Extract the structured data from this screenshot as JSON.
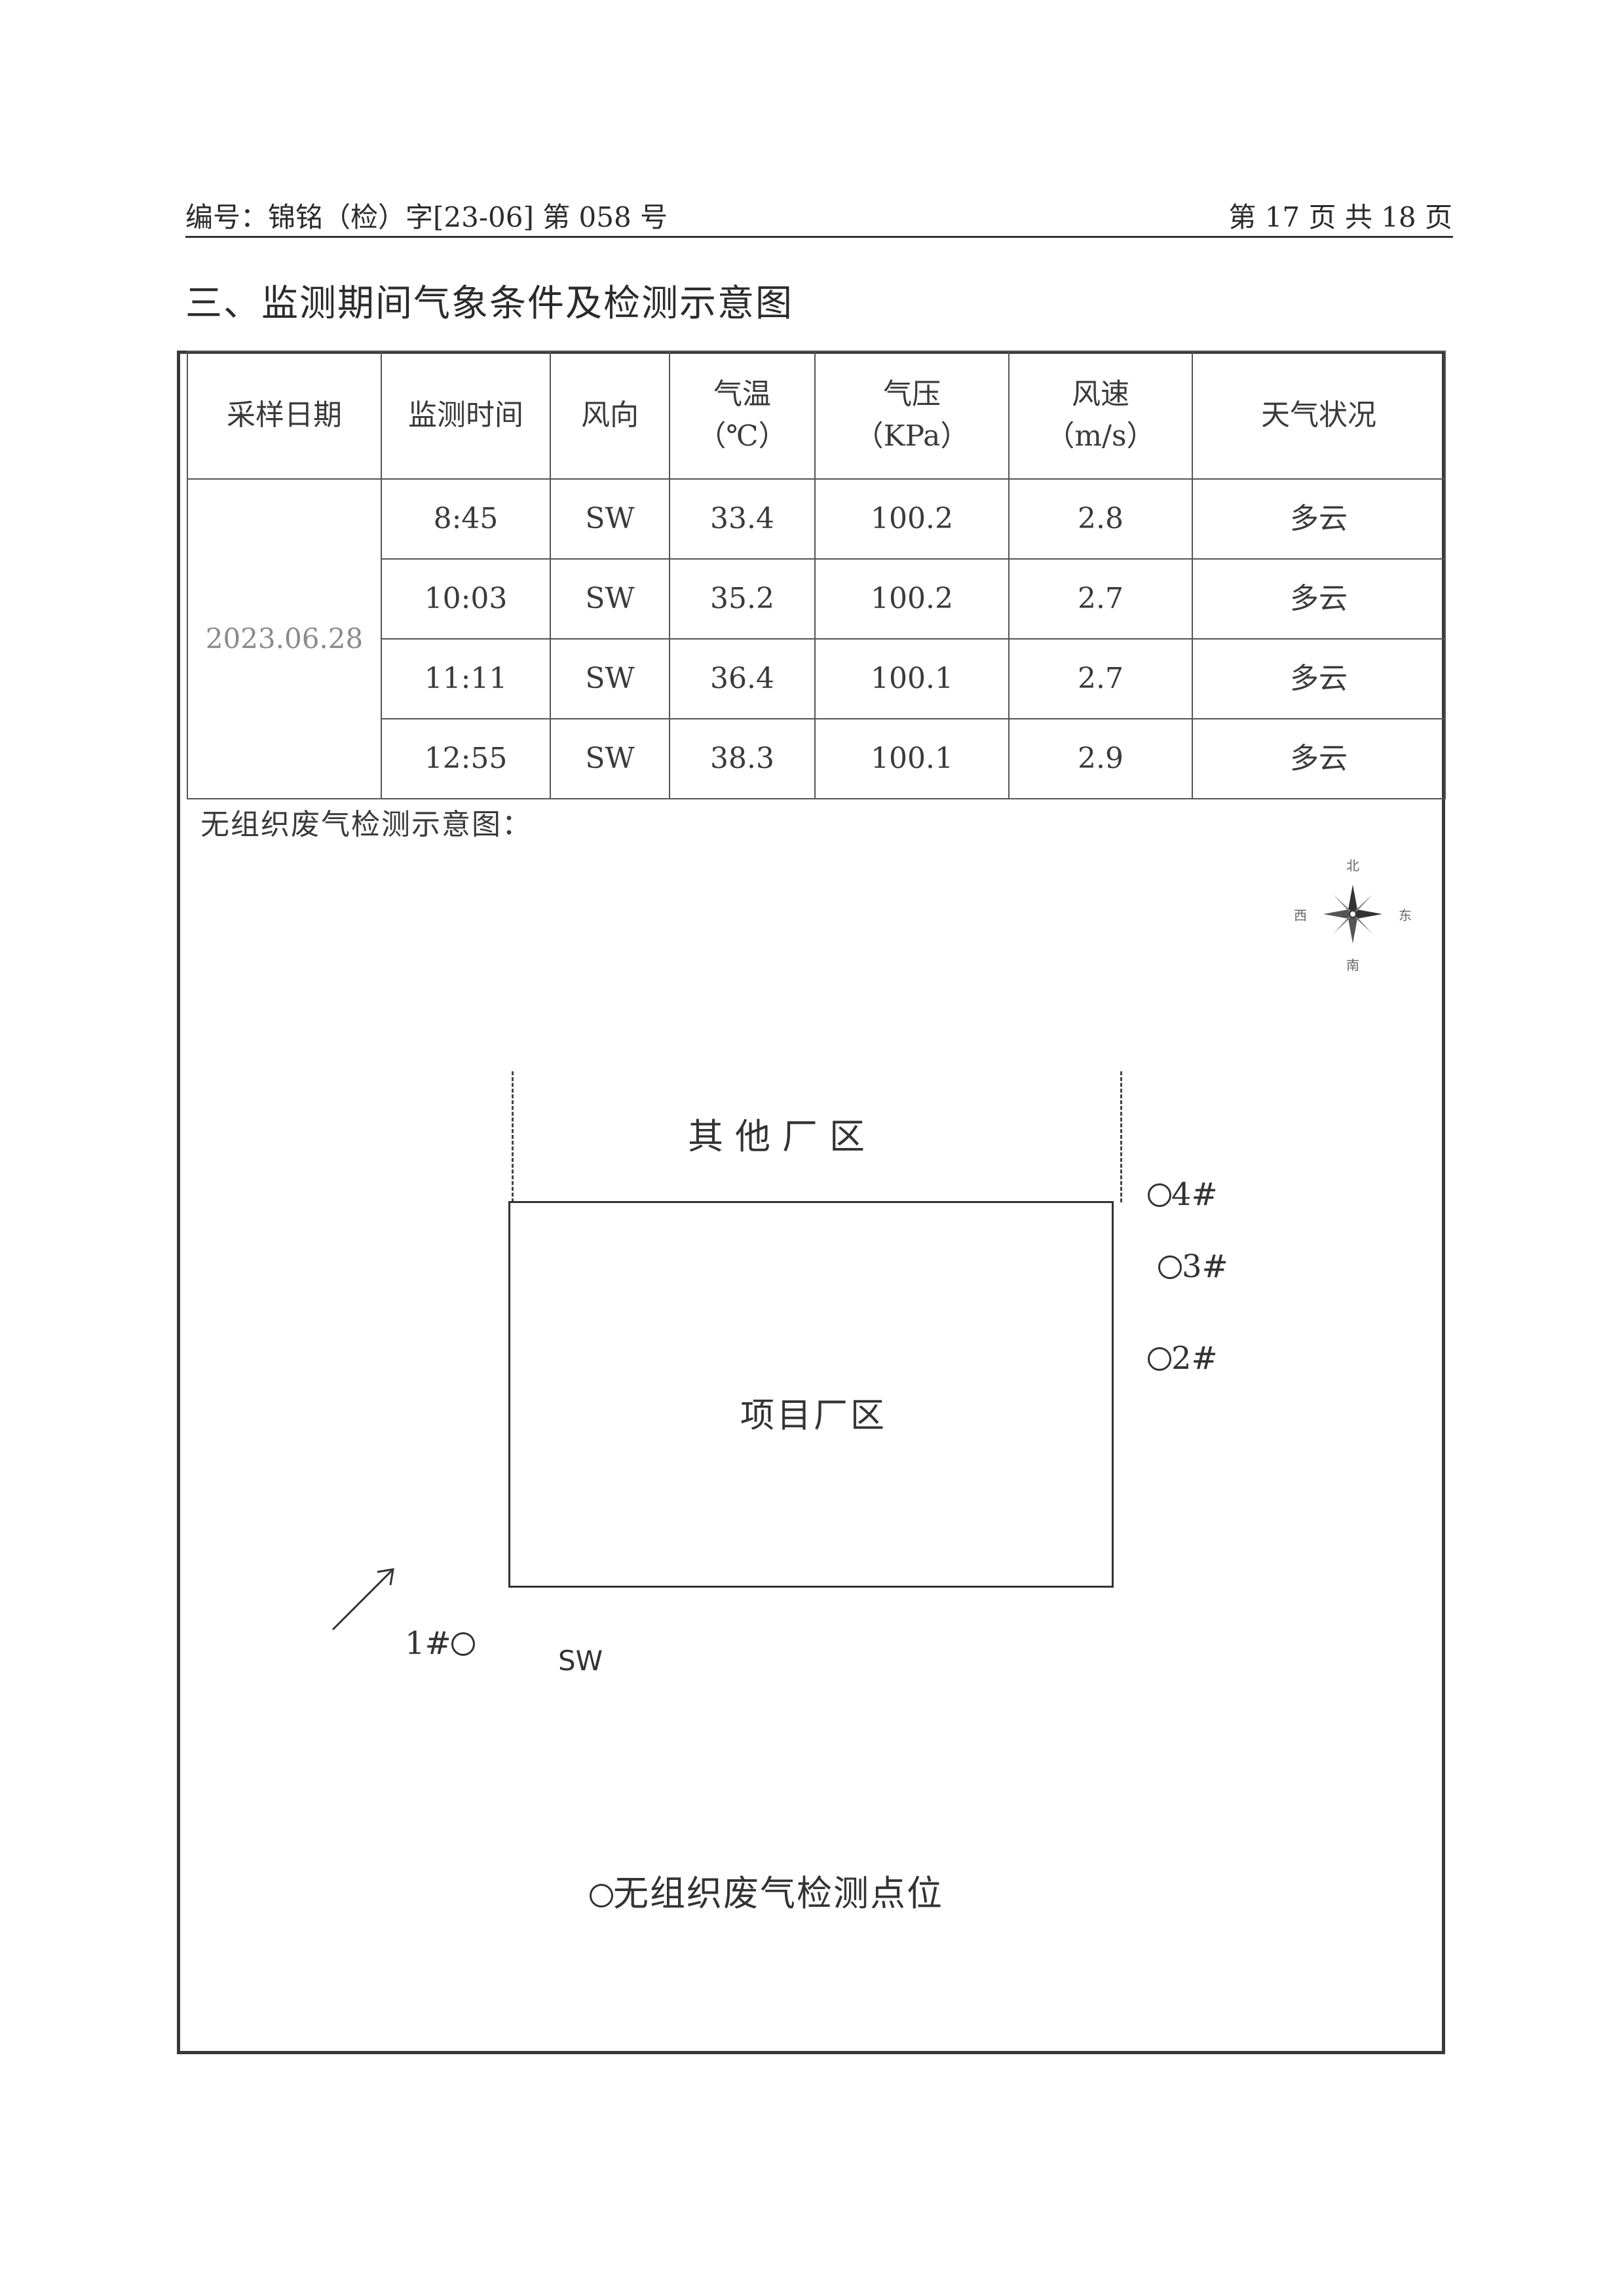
{
  "header": {
    "doc_number": "编号：锦铭（检）字[23-06] 第 058 号",
    "page_info": "第 17 页 共 18 页"
  },
  "section_title": "三、监测期间气象条件及检测示意图",
  "table": {
    "headers": [
      [
        "采样日期"
      ],
      [
        "监测时间"
      ],
      [
        "风向"
      ],
      [
        "气温",
        "（℃）"
      ],
      [
        "气压",
        "（KPa）"
      ],
      [
        "风速",
        "（m/s）"
      ],
      [
        "天气状况"
      ]
    ],
    "date": "2023.06.28",
    "rows": [
      [
        "8:45",
        "SW",
        "33.4",
        "100.2",
        "2.8",
        "多云"
      ],
      [
        "10:03",
        "SW",
        "35.2",
        "100.2",
        "2.7",
        "多云"
      ],
      [
        "11:11",
        "SW",
        "36.4",
        "100.1",
        "2.7",
        "多云"
      ],
      [
        "12:55",
        "SW",
        "38.3",
        "100.1",
        "2.9",
        "多云"
      ]
    ]
  },
  "diagram": {
    "label": "无组织废气检测示意图：",
    "compass": {
      "north": "北",
      "south": "南",
      "east": "东",
      "west": "西"
    },
    "other_zone": "其他厂区",
    "project_zone": "项目厂区",
    "points": {
      "p1": "1#",
      "p2": "2#",
      "p3": "3#",
      "p4": "4#"
    },
    "wind_label": "SW",
    "legend": "无组织废气检测点位"
  }
}
